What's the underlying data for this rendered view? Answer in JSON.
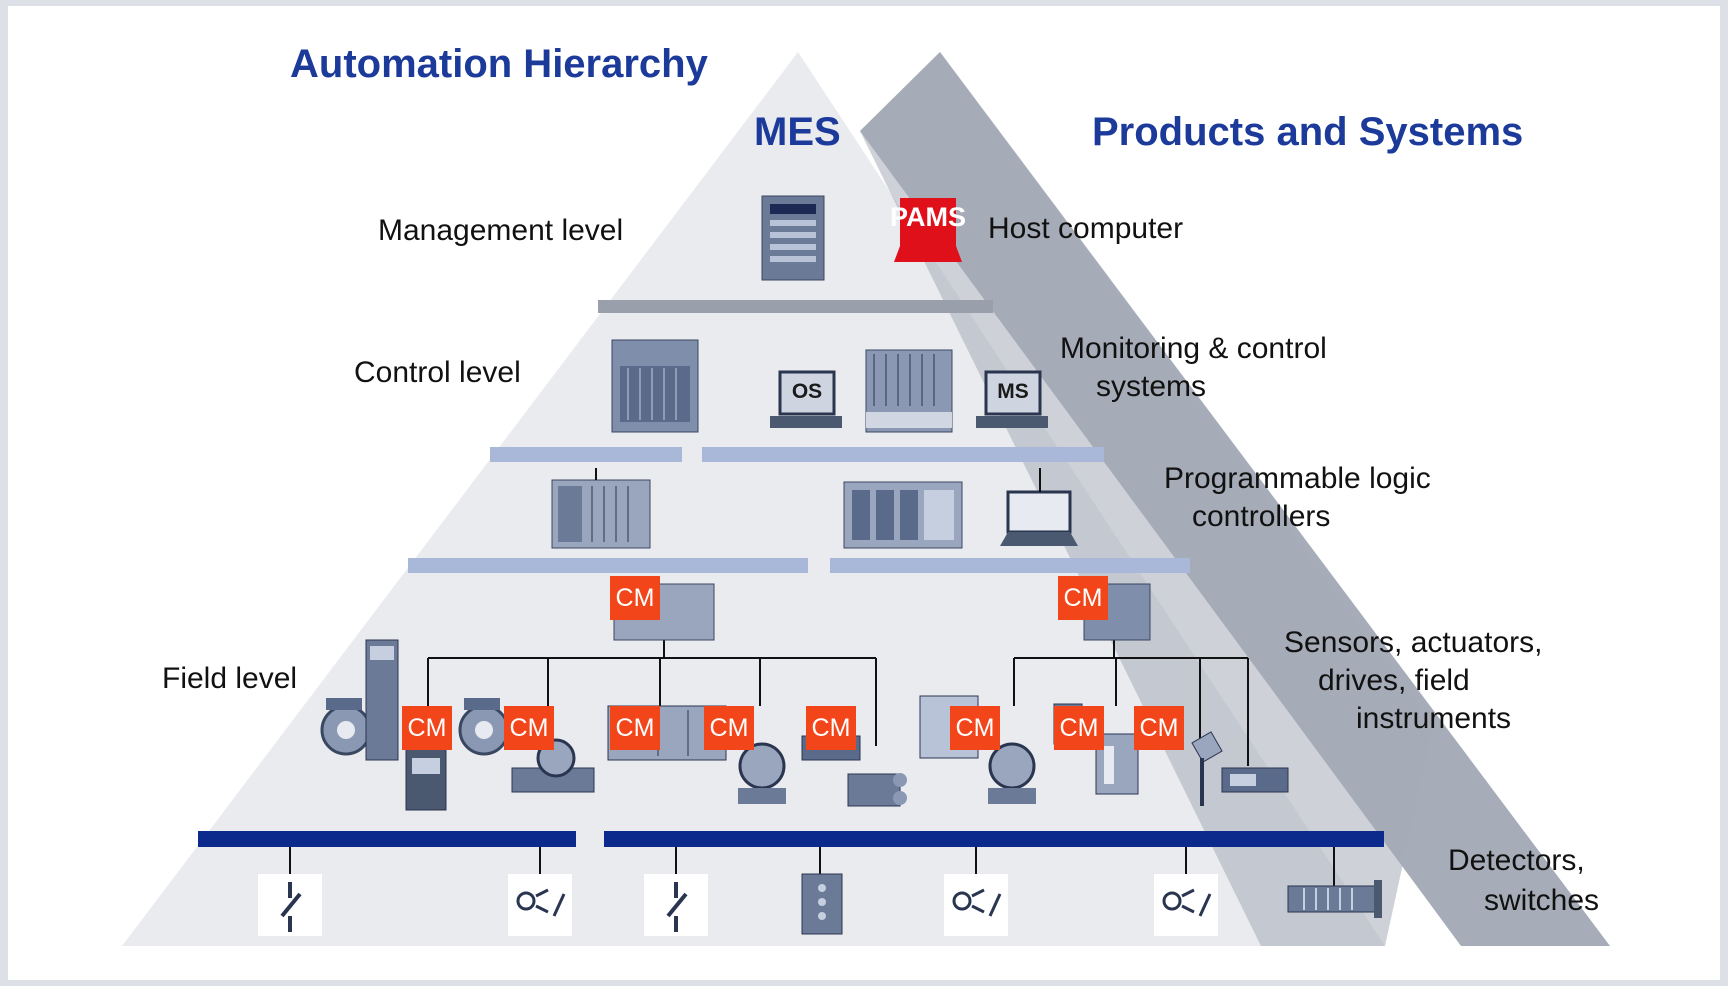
{
  "titles": {
    "automation_hierarchy": "Automation Hierarchy",
    "mes": "MES",
    "products_and_systems": "Products and Systems"
  },
  "levels": {
    "management": "Management level",
    "control": "Control level",
    "field": "Field level"
  },
  "products": {
    "host_computer": "Host computer",
    "monitoring_line1": "Monitoring & control",
    "monitoring_line2": "systems",
    "plc_line1": "Programmable logic",
    "plc_line2": "controllers",
    "sensors_line1": "Sensors, actuators,",
    "sensors_line2": "drives, field",
    "sensors_line3": "instruments",
    "detectors_line1": "Detectors,",
    "detectors_line2": "switches"
  },
  "tags": {
    "pams": "PAMS",
    "os": "OS",
    "ms": "MS",
    "cm": "CM"
  },
  "colors": {
    "title_blue": "#1b3a9a",
    "pyramid_fill": "#e9ebef",
    "shadow_gray": "#a6acb8",
    "bus_light": "#a9b8d9",
    "bus_dark": "#0b2a8c",
    "cm_orange": "#f2451a",
    "pams_red": "#e0101a"
  },
  "icons": [
    "server-rack-icon",
    "monitor-icon",
    "plc-icon",
    "laptop-icon",
    "motor-icon",
    "drive-icon",
    "flowmeter-icon",
    "transmitter-icon",
    "switch-icon",
    "light-barrier-icon",
    "proximity-sensor-icon",
    "terminal-block-icon"
  ]
}
